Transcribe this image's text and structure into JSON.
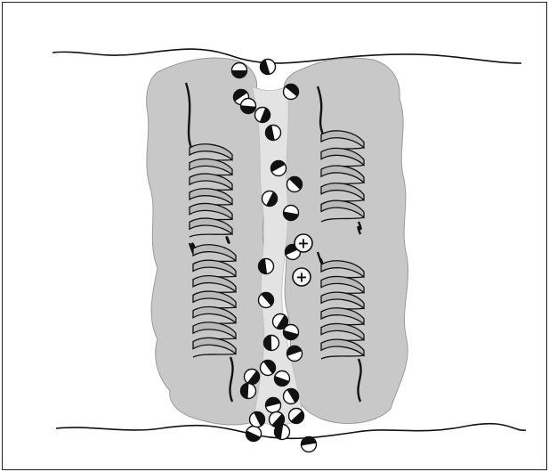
{
  "figure": {
    "kind": "transmembrane-channel-illustration",
    "colors": {
      "background": "#ffffff",
      "protein": "#c8c8c8",
      "protein_edge": "#9a9a9a",
      "pore": "#e3e3e3",
      "ink": "#111111",
      "helix_face": "#b9b9b9",
      "ion_fill": "#f4f4f4"
    },
    "elements": {
      "membrane_boundaries": 2,
      "protein_domains": 2,
      "helices": 4,
      "water_molecules": 30,
      "cations": 2
    },
    "ion_symbol": "+"
  }
}
